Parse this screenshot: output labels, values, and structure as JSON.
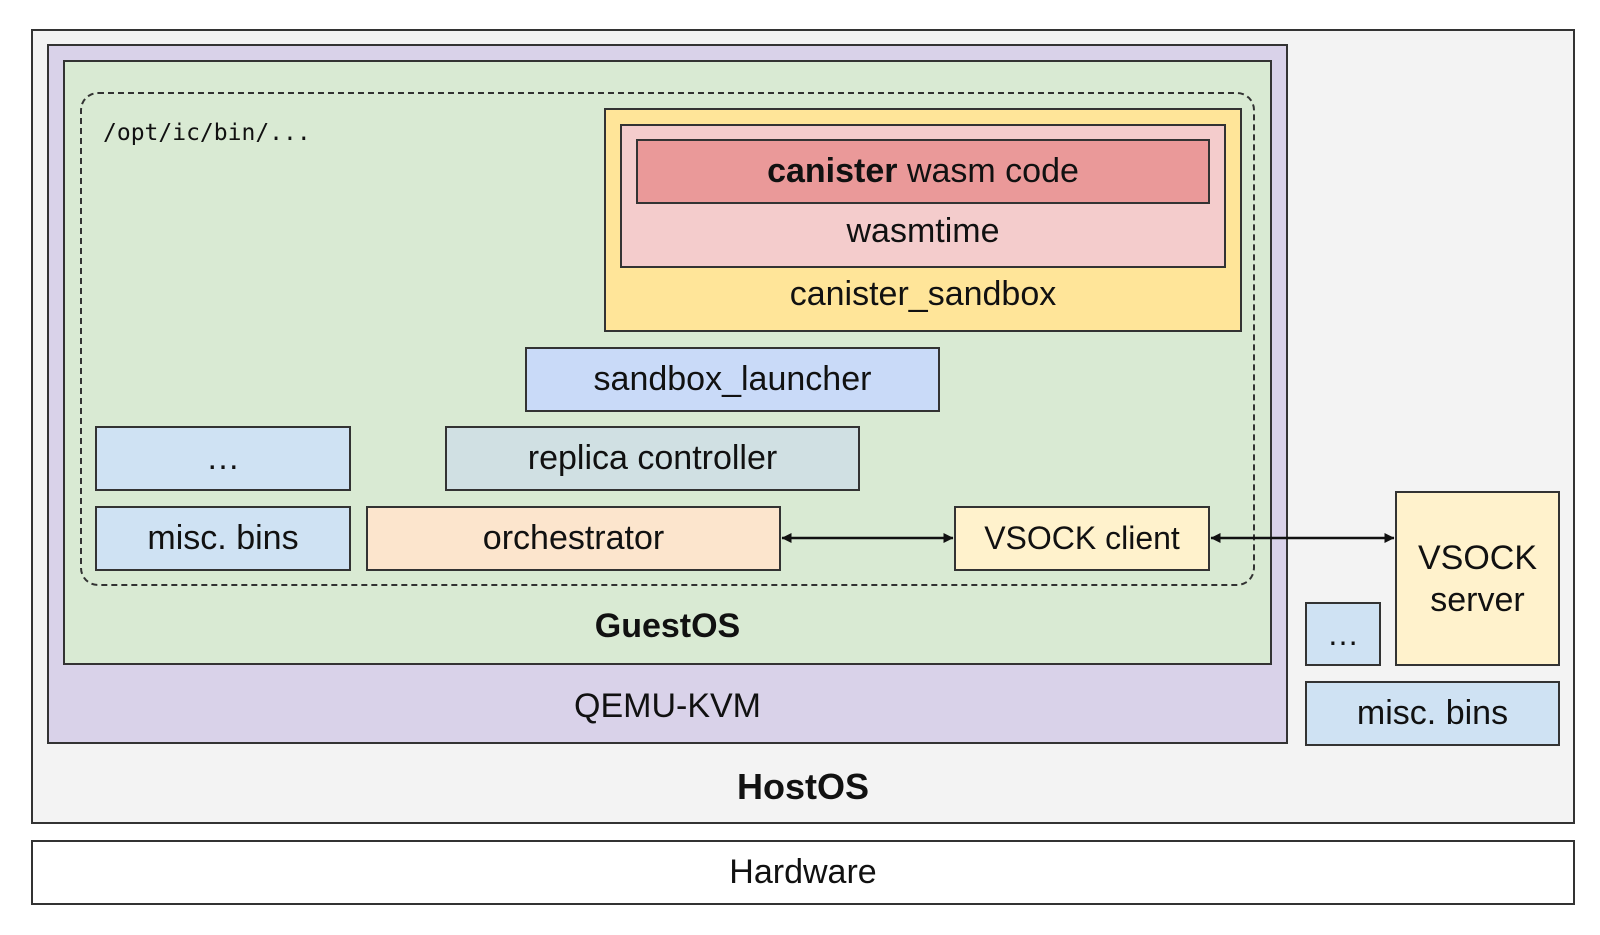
{
  "labels": {
    "path": "/opt/ic/bin/...",
    "canister_bold": "canister",
    "canister_rest": " wasm code",
    "wasmtime": "wasmtime",
    "canister_sandbox": "canister_sandbox",
    "sandbox_launcher": "sandbox_launcher",
    "replica_controller": "replica controller",
    "guest_ellipsis": "…",
    "guest_misc_bins": "misc. bins",
    "orchestrator": "orchestrator",
    "vsock_client": "VSOCK client",
    "guestos": "GuestOS",
    "qemu_kvm": "QEMU-KVM",
    "vsock_server_line1": "VSOCK",
    "vsock_server_line2": "server",
    "host_ellipsis": "…",
    "host_misc_bins": "misc. bins",
    "hostos": "HostOS",
    "hardware": "Hardware"
  },
  "colors": {
    "hostos": "#f3f3f3",
    "qemu_kvm": "#d9d2e9",
    "guestos": "#d9ead3",
    "canister_sandbox": "#ffe599",
    "wasmtime": "#f4cccc",
    "wasm_code": "#ea9999",
    "sandbox_launcher": "#c9daf8",
    "replica_controller": "#d0e0e3",
    "misc_bins": "#cfe2f3",
    "orchestrator": "#fce5cd",
    "vsock": "#fff2cc"
  }
}
